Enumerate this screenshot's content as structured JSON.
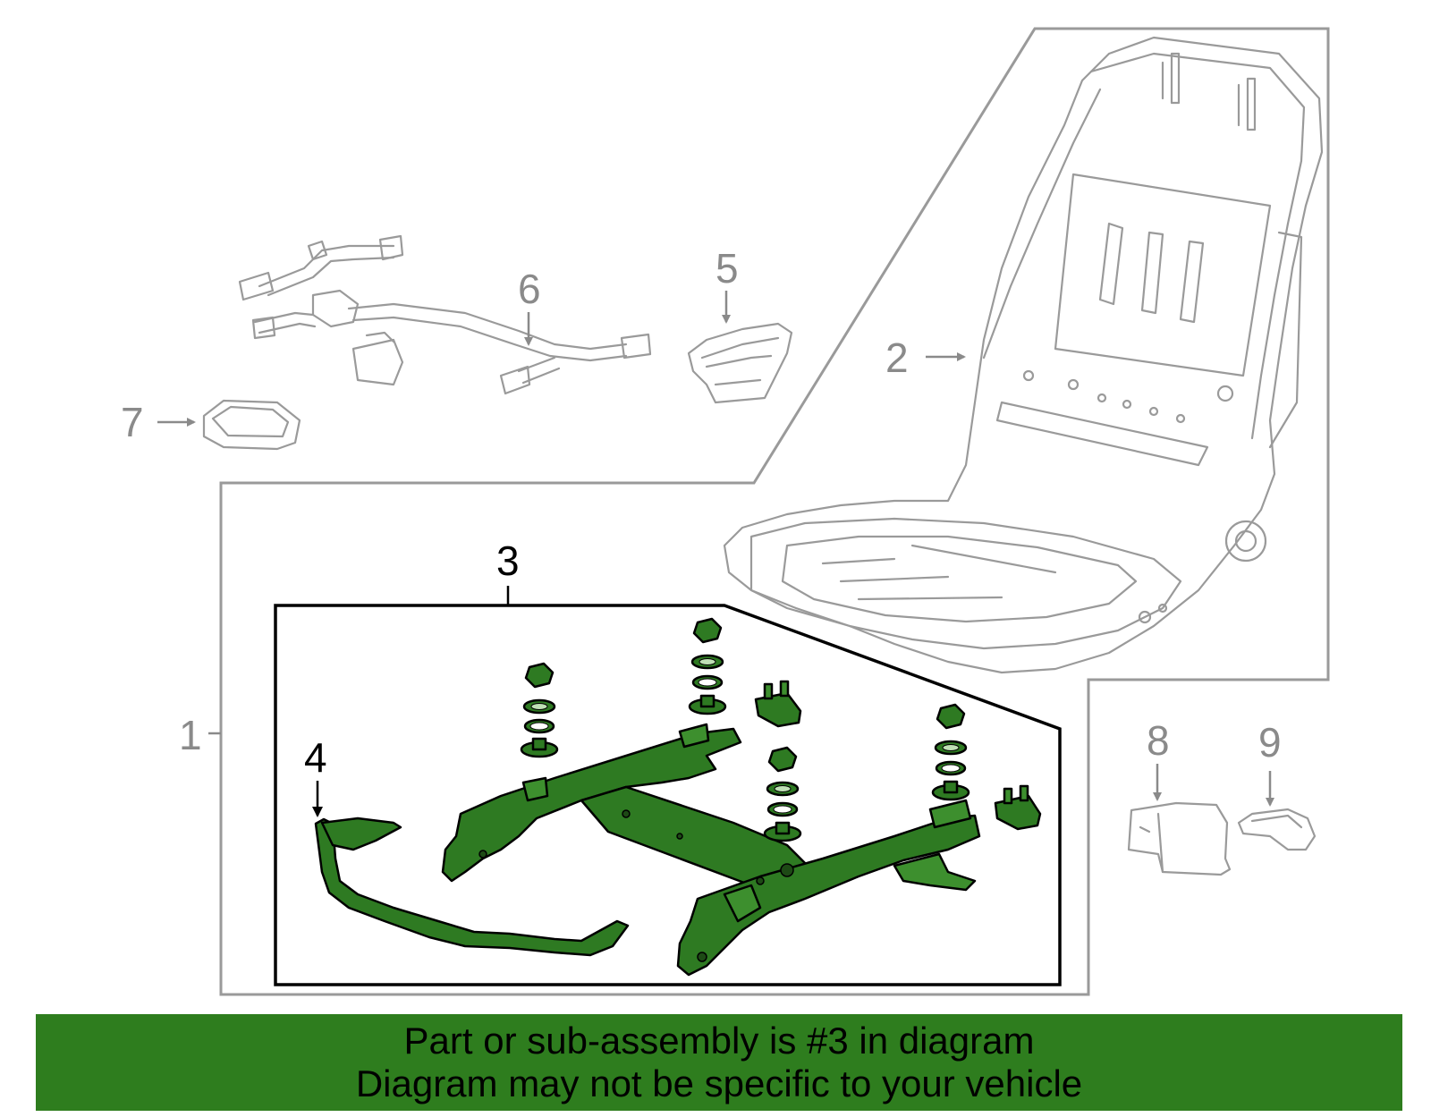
{
  "callouts": {
    "c1": "1",
    "c2": "2",
    "c3": "3",
    "c4": "4",
    "c5": "5",
    "c6": "6",
    "c7": "7",
    "c8": "8",
    "c9": "9"
  },
  "banner": {
    "line1": "Part or sub-assembly is #3 in diagram",
    "line2": "Diagram may not be specific to your vehicle"
  },
  "colors": {
    "highlight": "#2e7a22",
    "banner": "#2e7d1e",
    "outline": "#9a9a9a"
  }
}
